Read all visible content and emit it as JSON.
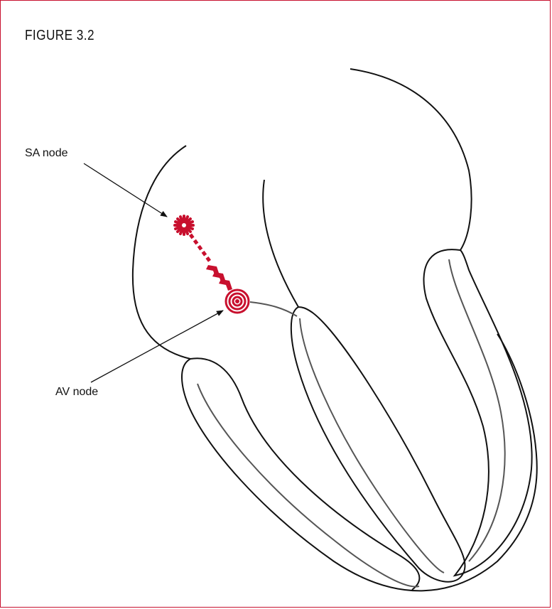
{
  "figure": {
    "title": "FIGURE 3.2",
    "border_color": "#c8102e"
  },
  "labels": {
    "sa_node": "SA node",
    "av_node": "AV node"
  },
  "colors": {
    "outline": "#111111",
    "inner_line": "#555555",
    "conduction": "#c8102e"
  }
}
